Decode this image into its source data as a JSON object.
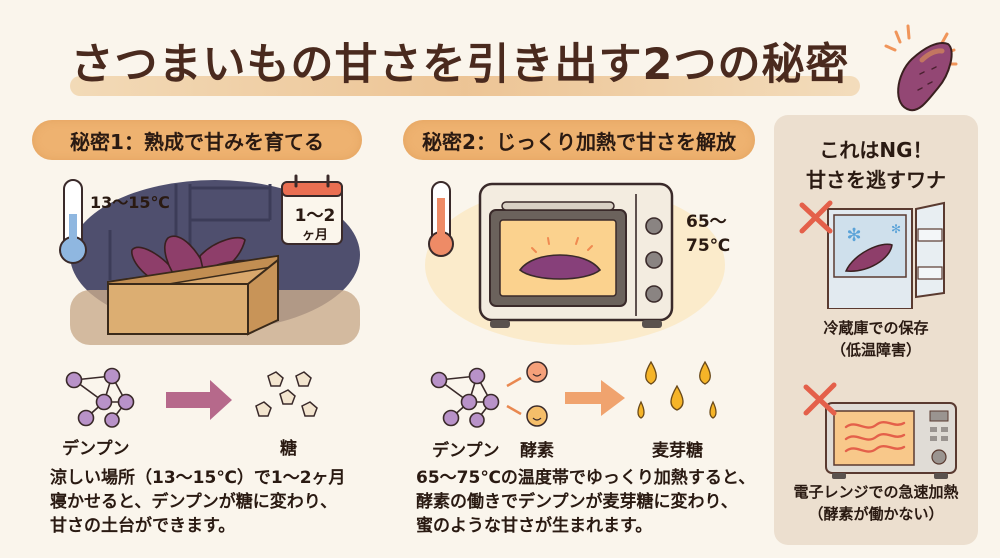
{
  "header": {
    "title": "さつまいもの甘さを引き出す2つの秘密",
    "icon": "sweet-potato-icon"
  },
  "colors": {
    "background": "#faf5ec",
    "banner": "#eeb270",
    "title_text": "#4a2a1e",
    "ng_panel": "#ecdfcf",
    "ng_cross": "#e4604a",
    "sweet_potato": "#8e3e6a"
  },
  "secret1": {
    "banner": "秘密1：熟成で甘みを育てる",
    "temperature": "13〜15℃",
    "calendar": {
      "line1": "1〜2",
      "line2": "ヶ月"
    },
    "from_label": "デンプン",
    "to_label": "糖",
    "description": [
      "涼しい場所（13〜15℃）で1〜2ヶ月",
      "寝かせると、デンプンが糖に変わり、",
      "甘さの土台ができます。"
    ]
  },
  "secret2": {
    "banner": "秘密2：じっくり加熱で甘さを解放",
    "temperature": {
      "line1": "65〜",
      "line2": "75℃"
    },
    "from_label": "デンプン",
    "enzyme_label": "酵素",
    "to_label": "麦芽糖",
    "description": [
      "65〜75℃の温度帯でゆっくり加熱すると、",
      "酵素の働きでデンプンが麦芽糖に変わり、",
      "蜜のような甘さが生まれます。"
    ]
  },
  "ng": {
    "title": [
      "これはNG！",
      "甘さを逃すワナ"
    ],
    "items": [
      {
        "icon": "refrigerator-icon",
        "caption": [
          "冷蔵庫での保存",
          "（低温障害）"
        ]
      },
      {
        "icon": "microwave-icon",
        "caption": [
          "電子レンジでの急速加熱",
          "（酵素が働かない）"
        ]
      }
    ]
  }
}
